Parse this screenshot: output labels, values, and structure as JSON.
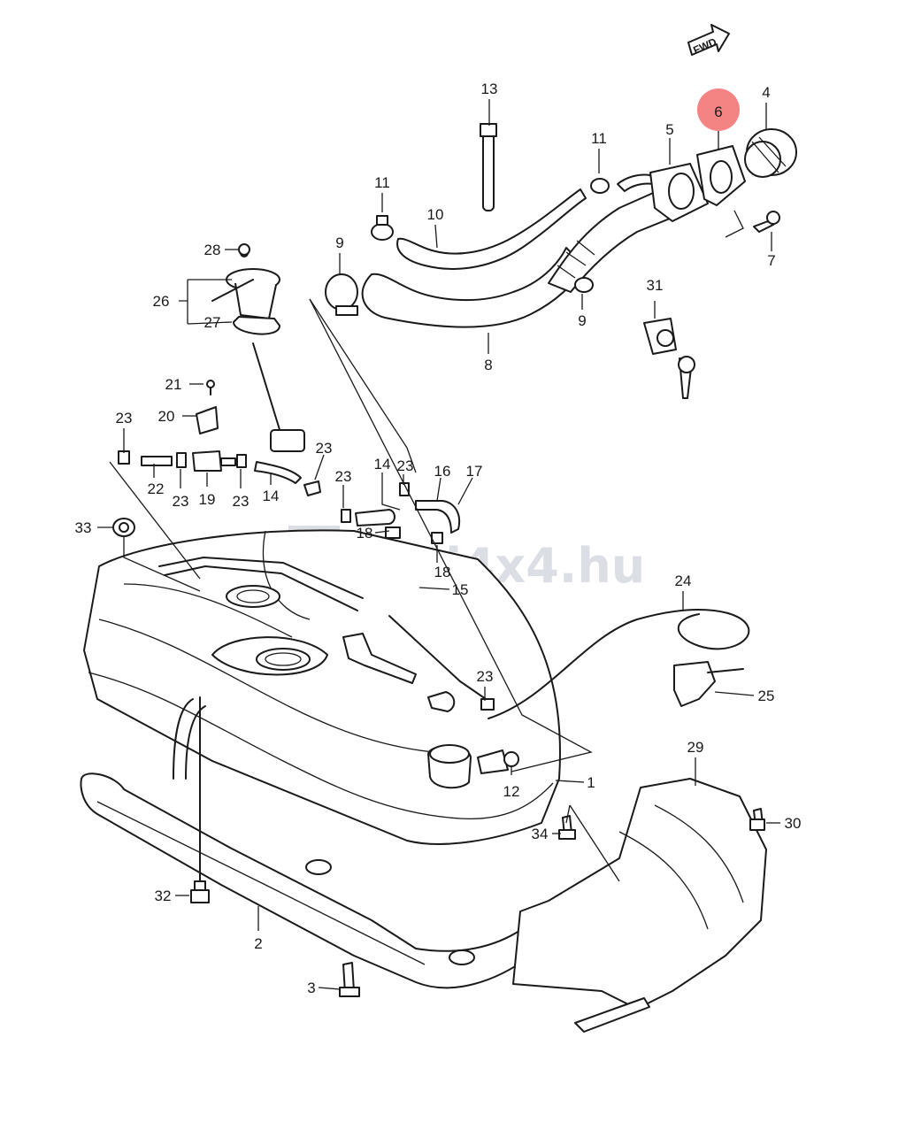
{
  "watermark": "zuni4x4.hu",
  "fwd_label": "FWD",
  "highlight_color": "#f26d6d",
  "highlighted_part": "6",
  "part_labels": {
    "p1": "1",
    "p2": "2",
    "p3": "3",
    "p4": "4",
    "p5": "5",
    "p6": "6",
    "p7": "7",
    "p8": "8",
    "p9a": "9",
    "p9b": "9",
    "p10": "10",
    "p11a": "11",
    "p11b": "11",
    "p12": "12",
    "p13": "13",
    "p14a": "14",
    "p14b": "14",
    "p15": "15",
    "p16": "16",
    "p17": "17",
    "p18a": "18",
    "p18b": "18",
    "p19": "19",
    "p20": "20",
    "p21": "21",
    "p22": "22",
    "p23a": "23",
    "p23b": "23",
    "p23c": "23",
    "p23d": "23",
    "p23e": "23",
    "p23f": "23",
    "p23g": "23",
    "p24": "24",
    "p25": "25",
    "p26": "26",
    "p27": "27",
    "p28": "28",
    "p29": "29",
    "p30": "30",
    "p31": "31",
    "p32": "32",
    "p33": "33",
    "p34": "34"
  }
}
